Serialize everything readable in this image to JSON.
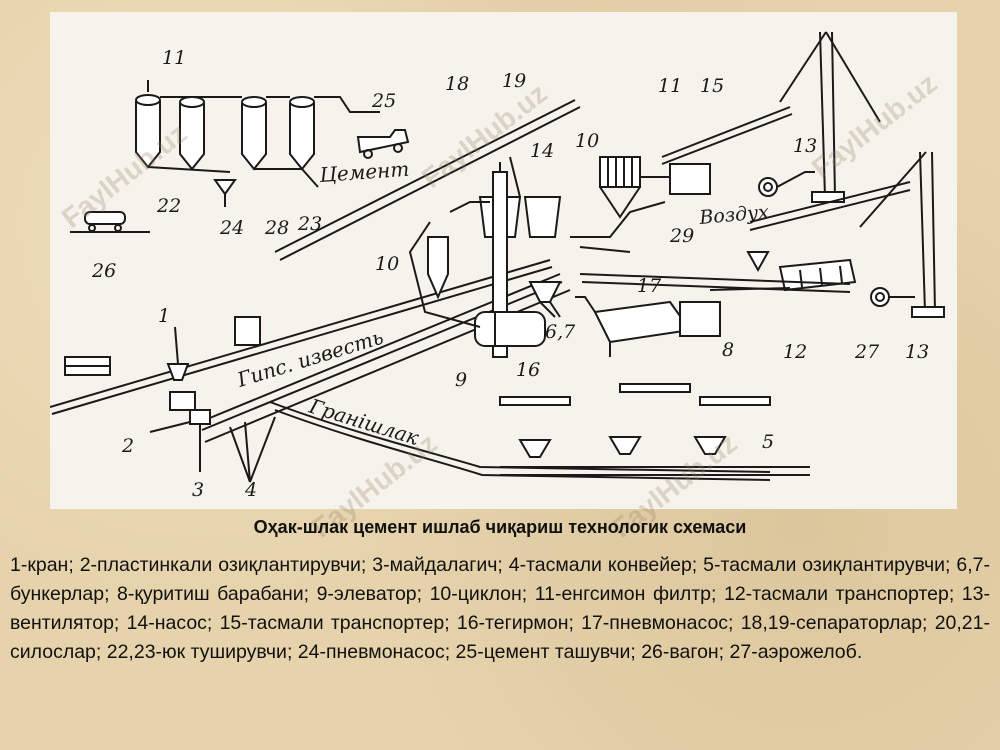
{
  "watermark": "FaylHub.uz",
  "diagram": {
    "labels": {
      "n1": "1",
      "n2": "2",
      "n3": "3",
      "n4": "4",
      "n5": "5",
      "n67": "6,7",
      "n8": "8",
      "n9": "9",
      "n10a": "10",
      "n10b": "10",
      "n11a": "11",
      "n11b": "11",
      "n12": "12",
      "n13a": "13",
      "n13b": "13",
      "n14": "14",
      "n15": "15",
      "n16": "16",
      "n17": "17",
      "n18": "18",
      "n19": "19",
      "n22": "22",
      "n23": "23",
      "n24": "24",
      "n25": "25",
      "n26": "26",
      "n27": "27",
      "n28": "28",
      "n29": "29",
      "cement": "Цемент",
      "air": "Воздух",
      "gypsum": "Гипс. известь",
      "granulated": "Гранішлак"
    }
  },
  "caption": "Оҳак-шлак цемент ишлаб чиқариш технологик схемаси",
  "legend": "1-кран; 2-пластинкали озиқлантирувчи; 3-майдалагич; 4-тасмали конвейер; 5-тасмали озиқлантирувчи; 6,7-бункерлар; 8-қуритиш барабани; 9-элеватор; 10-циклон; 11-енгсимон филтр; 12-тасмали транспортер; 13-вентилятор; 14-насос; 15-тасмали транспортер; 16-тегирмон; 17-пневмонасос; 18,19-сепараторлар; 20,21-силослар; 22,23-юк туширувчи; 24-пневмонасос; 25-цемент ташувчи; 26-вагон; 27-аэрожелоб."
}
